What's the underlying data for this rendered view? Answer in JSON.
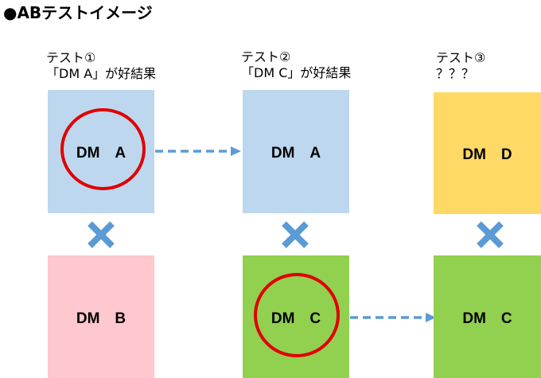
{
  "title": "●ABテストイメージ",
  "tests": [
    {
      "caption_line1": "テスト①",
      "caption_line2": "「DM A」が好結果",
      "top_box": "DM　A",
      "bottom_box": "DM　B"
    },
    {
      "caption_line1": "テスト②",
      "caption_line2": "「DM C」が好結果",
      "top_box": "DM　A",
      "bottom_box": "DM　C"
    },
    {
      "caption_line1": "テスト③",
      "caption_line2": "？？？",
      "top_box": "DM　D",
      "bottom_box": "DM　C"
    }
  ],
  "colors": {
    "blue": "#bdd7ee",
    "pink": "#ffc7ce",
    "yellow": "#ffd966",
    "green": "#92d050",
    "circle": "#e00000",
    "cross": "#5b9bd5",
    "arrow": "#5b9bd5"
  },
  "icons": {
    "versus": "cross-icon",
    "carry_over": "dashed-arrow-icon",
    "winner": "circle-highlight"
  }
}
